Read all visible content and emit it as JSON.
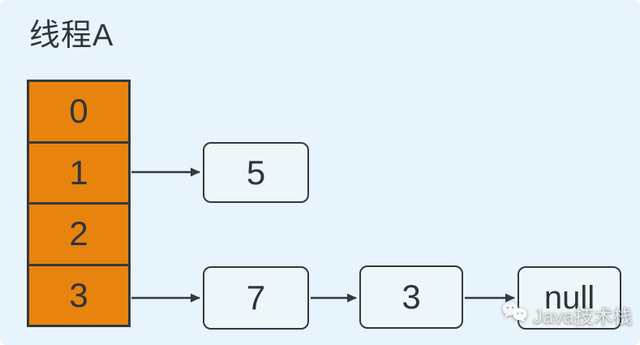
{
  "title": "线程A",
  "array": {
    "cells": [
      "0",
      "1",
      "2",
      "3"
    ]
  },
  "nodes": [
    {
      "id": "node-5",
      "label": "5"
    },
    {
      "id": "node-7",
      "label": "7"
    },
    {
      "id": "node-3",
      "label": "3"
    },
    {
      "id": "node-null",
      "label": "null"
    }
  ],
  "edges": [
    {
      "from": "array-cell-1",
      "to": "node-5"
    },
    {
      "from": "array-cell-3",
      "to": "node-7"
    },
    {
      "from": "node-7",
      "to": "node-3"
    },
    {
      "from": "node-3",
      "to": "node-null"
    }
  ],
  "watermark": {
    "icon": "wechat-icon",
    "text": "Java技术栈"
  },
  "colors": {
    "background": "#E8F4FB",
    "cell_fill": "#E8830D",
    "node_fill": "#EDF6F9",
    "stroke": "#33393F",
    "ink": "#2F353B",
    "watermark": "#E9EBED"
  }
}
